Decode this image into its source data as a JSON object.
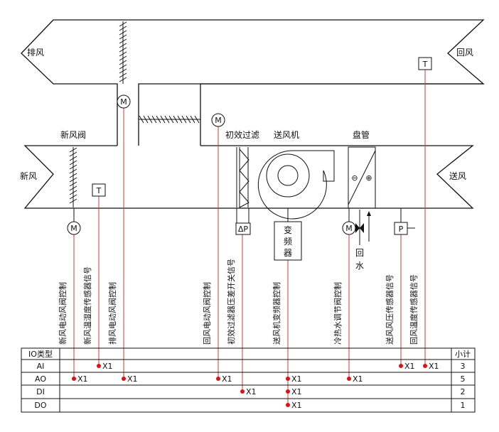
{
  "labels": {
    "exhaust_air": "排风",
    "return_air": "回风",
    "fresh_air": "新风",
    "supply_air": "送风",
    "fresh_damper": "新风阀",
    "primary_filter": "初效过滤",
    "supply_fan": "送风机",
    "coil": "盘管",
    "return_water": "回水"
  },
  "symbols": {
    "motor": "M",
    "temperature": "T",
    "pressure": "P",
    "diff_pressure": "ΔP",
    "vfd": "变频器",
    "minus": "⊖",
    "plus": "⊕"
  },
  "signals": [
    {
      "label": "新风电动风阀控制",
      "type": "AO"
    },
    {
      "label": "新风温湿度传感器信号",
      "type": "AI"
    },
    {
      "label": "排风电动风阀控制",
      "type": "AO"
    },
    {
      "label": "回风电动风阀控制",
      "type": "AO"
    },
    {
      "label": "初效过滤器压差开关信号",
      "type": "DI"
    },
    {
      "label": "送风机变频器控制",
      "type": "AO"
    },
    {
      "label": "冷热水调节阀控制",
      "type": "AO"
    },
    {
      "label": "送风风压传感器信号",
      "type": "AI"
    },
    {
      "label": "回风温度传感器信号",
      "type": "AI"
    }
  ],
  "extra_marks": [
    {
      "col": 5,
      "type": "DI"
    },
    {
      "col": 5,
      "type": "DO"
    }
  ],
  "mark_text": "X1",
  "table": {
    "header_type": "IO类型",
    "header_subtotal": "小计",
    "rows": [
      {
        "type": "AI",
        "subtotal": "3"
      },
      {
        "type": "AO",
        "subtotal": "5"
      },
      {
        "type": "DI",
        "subtotal": "2"
      },
      {
        "type": "DO",
        "subtotal": "1"
      }
    ]
  },
  "colors": {
    "signal_line": "#d23a3a",
    "dot": "#dd1111",
    "line": "#111111"
  }
}
